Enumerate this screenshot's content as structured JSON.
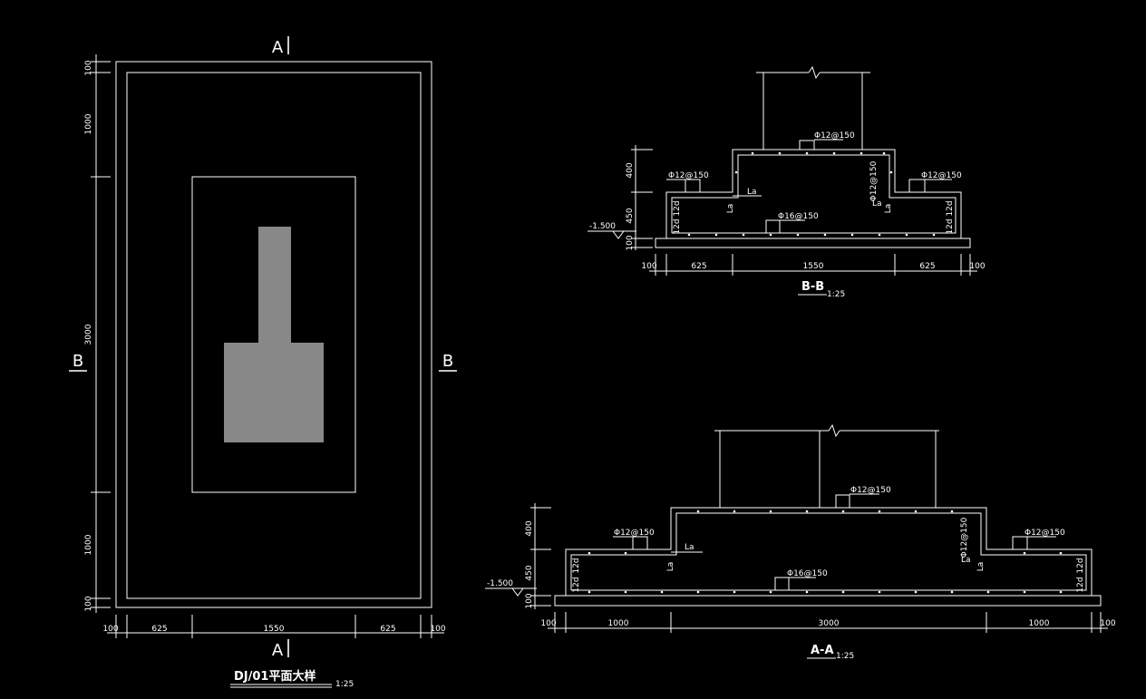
{
  "colors": {
    "background": "#000000",
    "line": "#ffffff",
    "column_fill": "#888888"
  },
  "plan": {
    "title": "DJ/01平面大样",
    "scale": "1:25",
    "section_a_top": "A",
    "section_a_bottom": "A",
    "section_b_left": "B",
    "section_b_right": "B",
    "dims_vertical": [
      "100",
      "1000",
      "3000",
      "1000",
      "100"
    ],
    "dims_horizontal": [
      "100",
      "625",
      "1550",
      "625",
      "100"
    ]
  },
  "section_bb": {
    "title": "B-B",
    "scale": "1:25",
    "rebar_top": "Φ12@150",
    "rebar_left": "Φ12@150",
    "rebar_right": "Φ12@150",
    "rebar_right_vertical": "Φ12@150",
    "rebar_bottom": "Φ16@150",
    "la": "La",
    "d12": "12d",
    "elevation": "-1.500",
    "dims_vertical": [
      "400",
      "450",
      "100"
    ],
    "dims_horizontal": [
      "100",
      "625",
      "1550",
      "625",
      "100"
    ]
  },
  "section_aa": {
    "title": "A-A",
    "scale": "1:25",
    "rebar_top": "Φ12@150",
    "rebar_left": "Φ12@150",
    "rebar_right": "Φ12@150",
    "rebar_right_vertical": "Φ12@150",
    "rebar_bottom": "Φ16@150",
    "la": "La",
    "d12": "12d",
    "elevation": "-1.500",
    "dims_vertical": [
      "400",
      "450",
      "100"
    ],
    "dims_horizontal": [
      "100",
      "1000",
      "3000",
      "1000",
      "100"
    ]
  }
}
